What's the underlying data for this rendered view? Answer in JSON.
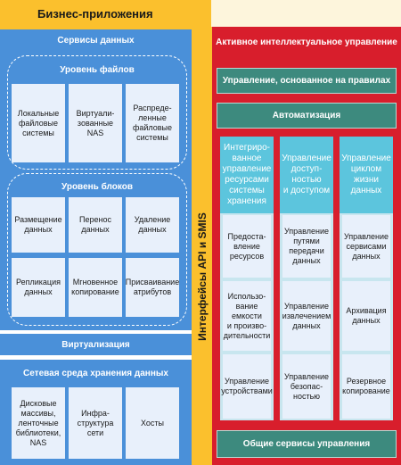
{
  "header": {
    "title": "Бизнес-приложения"
  },
  "vertical_label": "Интерфейсы API и SMIS",
  "left": {
    "data_services": {
      "title": "Сервисы данных",
      "file_level": {
        "title": "Уровень файлов",
        "items": [
          "Локальные\nфайловые\nсистемы",
          "Виртуали-\nзованные\nNAS",
          "Распреде-\nленные\nфайловые\nсистемы"
        ]
      },
      "block_level": {
        "title": "Уровень блоков",
        "items": [
          "Размещение\nданных",
          "Перенос\nданных",
          "Удаление\nданных",
          "Репликация\nданных",
          "Мгновенное\nкопирование",
          "Присваивание\nатрибутов"
        ]
      }
    },
    "virtualization": {
      "title": "Виртуализация"
    },
    "network": {
      "title": "Сетевая среда хранения данных",
      "items": [
        "Дисковые\nмассивы,\nленточные\nбиблиотеки,\nNAS",
        "Инфра-\nструктура\nсети",
        "Хосты"
      ]
    }
  },
  "right": {
    "title": "Активное интеллектуальное управление",
    "rules": "Управление, основанное на правилах",
    "automation": "Автоматизация",
    "columns": [
      {
        "title": "Интегриро-\nванное\nуправление\nресурсами\nсистемы\nхранения",
        "items": [
          "Предоста-\nвление\nресурсов",
          "Использо-\nвание\nемкости\nи произво-\nдительности",
          "Управление\nустройствами"
        ]
      },
      {
        "title": "Управление\nдоступ-\nностью\nи доступом",
        "items": [
          "Управление\nпутями\nпередачи\nданных",
          "Управление\nизвлечением\nданных",
          "Управление\nбезопас-\nностью"
        ]
      },
      {
        "title": "Управление\nциклом\nжизни\nданных",
        "items": [
          "Управление\nсервисами\nданных",
          "Архивация\nданных",
          "Резервное\nкопирование"
        ]
      }
    ],
    "common": "Общие сервисы управления"
  },
  "colors": {
    "accent": "#fbc02d",
    "blue": "#4a90d9",
    "red": "#d81e2c",
    "teal": "#3d8a7e",
    "cyan": "#5cc5dd"
  }
}
